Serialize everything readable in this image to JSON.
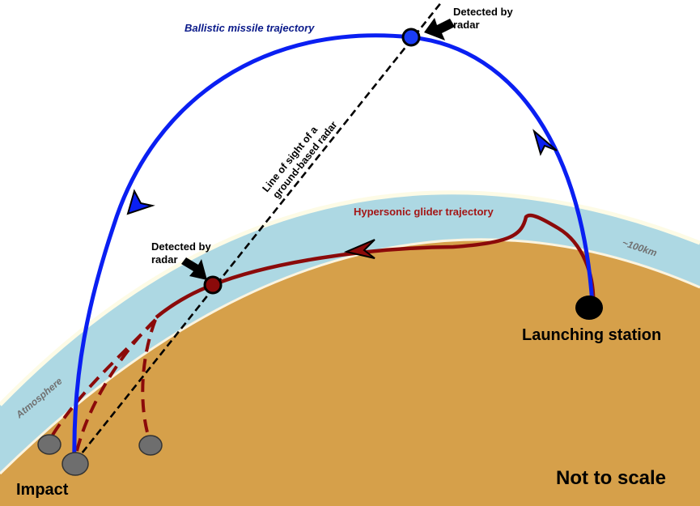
{
  "labels": {
    "ballistic": "Ballistic missile trajectory",
    "hypersonic": "Hypersonic glider trajectory",
    "detected_top_line1": "Detected by",
    "detected_top_line2": "radar",
    "detected_mid_line1": "Detected by",
    "detected_mid_line2": "radar",
    "los_line1": "Line of sight of a",
    "los_line2": "ground-based radar",
    "altitude": "~100km",
    "atmosphere": "Atmosphere",
    "launch": "Launching station",
    "impact": "Impact",
    "scale_note": "Not to scale"
  },
  "colors": {
    "sky": "#ffffff",
    "atmosphere": "#add8e3",
    "atmosphere_edge": "#fdfbe6",
    "ground": "#d6a04a",
    "ballistic": "#0a1ff2",
    "hypersonic": "#8b0a0a",
    "ballistic_label": "#0a1a8a",
    "hypersonic_label": "#a31616",
    "sight_line": "#000000",
    "detect_dot_top": "#1a3cf5",
    "detect_dot_mid": "#8b0a0a",
    "impact_marker": "#6e6e6e",
    "launch_marker": "#000000",
    "faint_label": "#707070"
  },
  "icons": {
    "arrow": "black-pointer-arrow-icon",
    "direction": "chevron-direction-icon"
  }
}
